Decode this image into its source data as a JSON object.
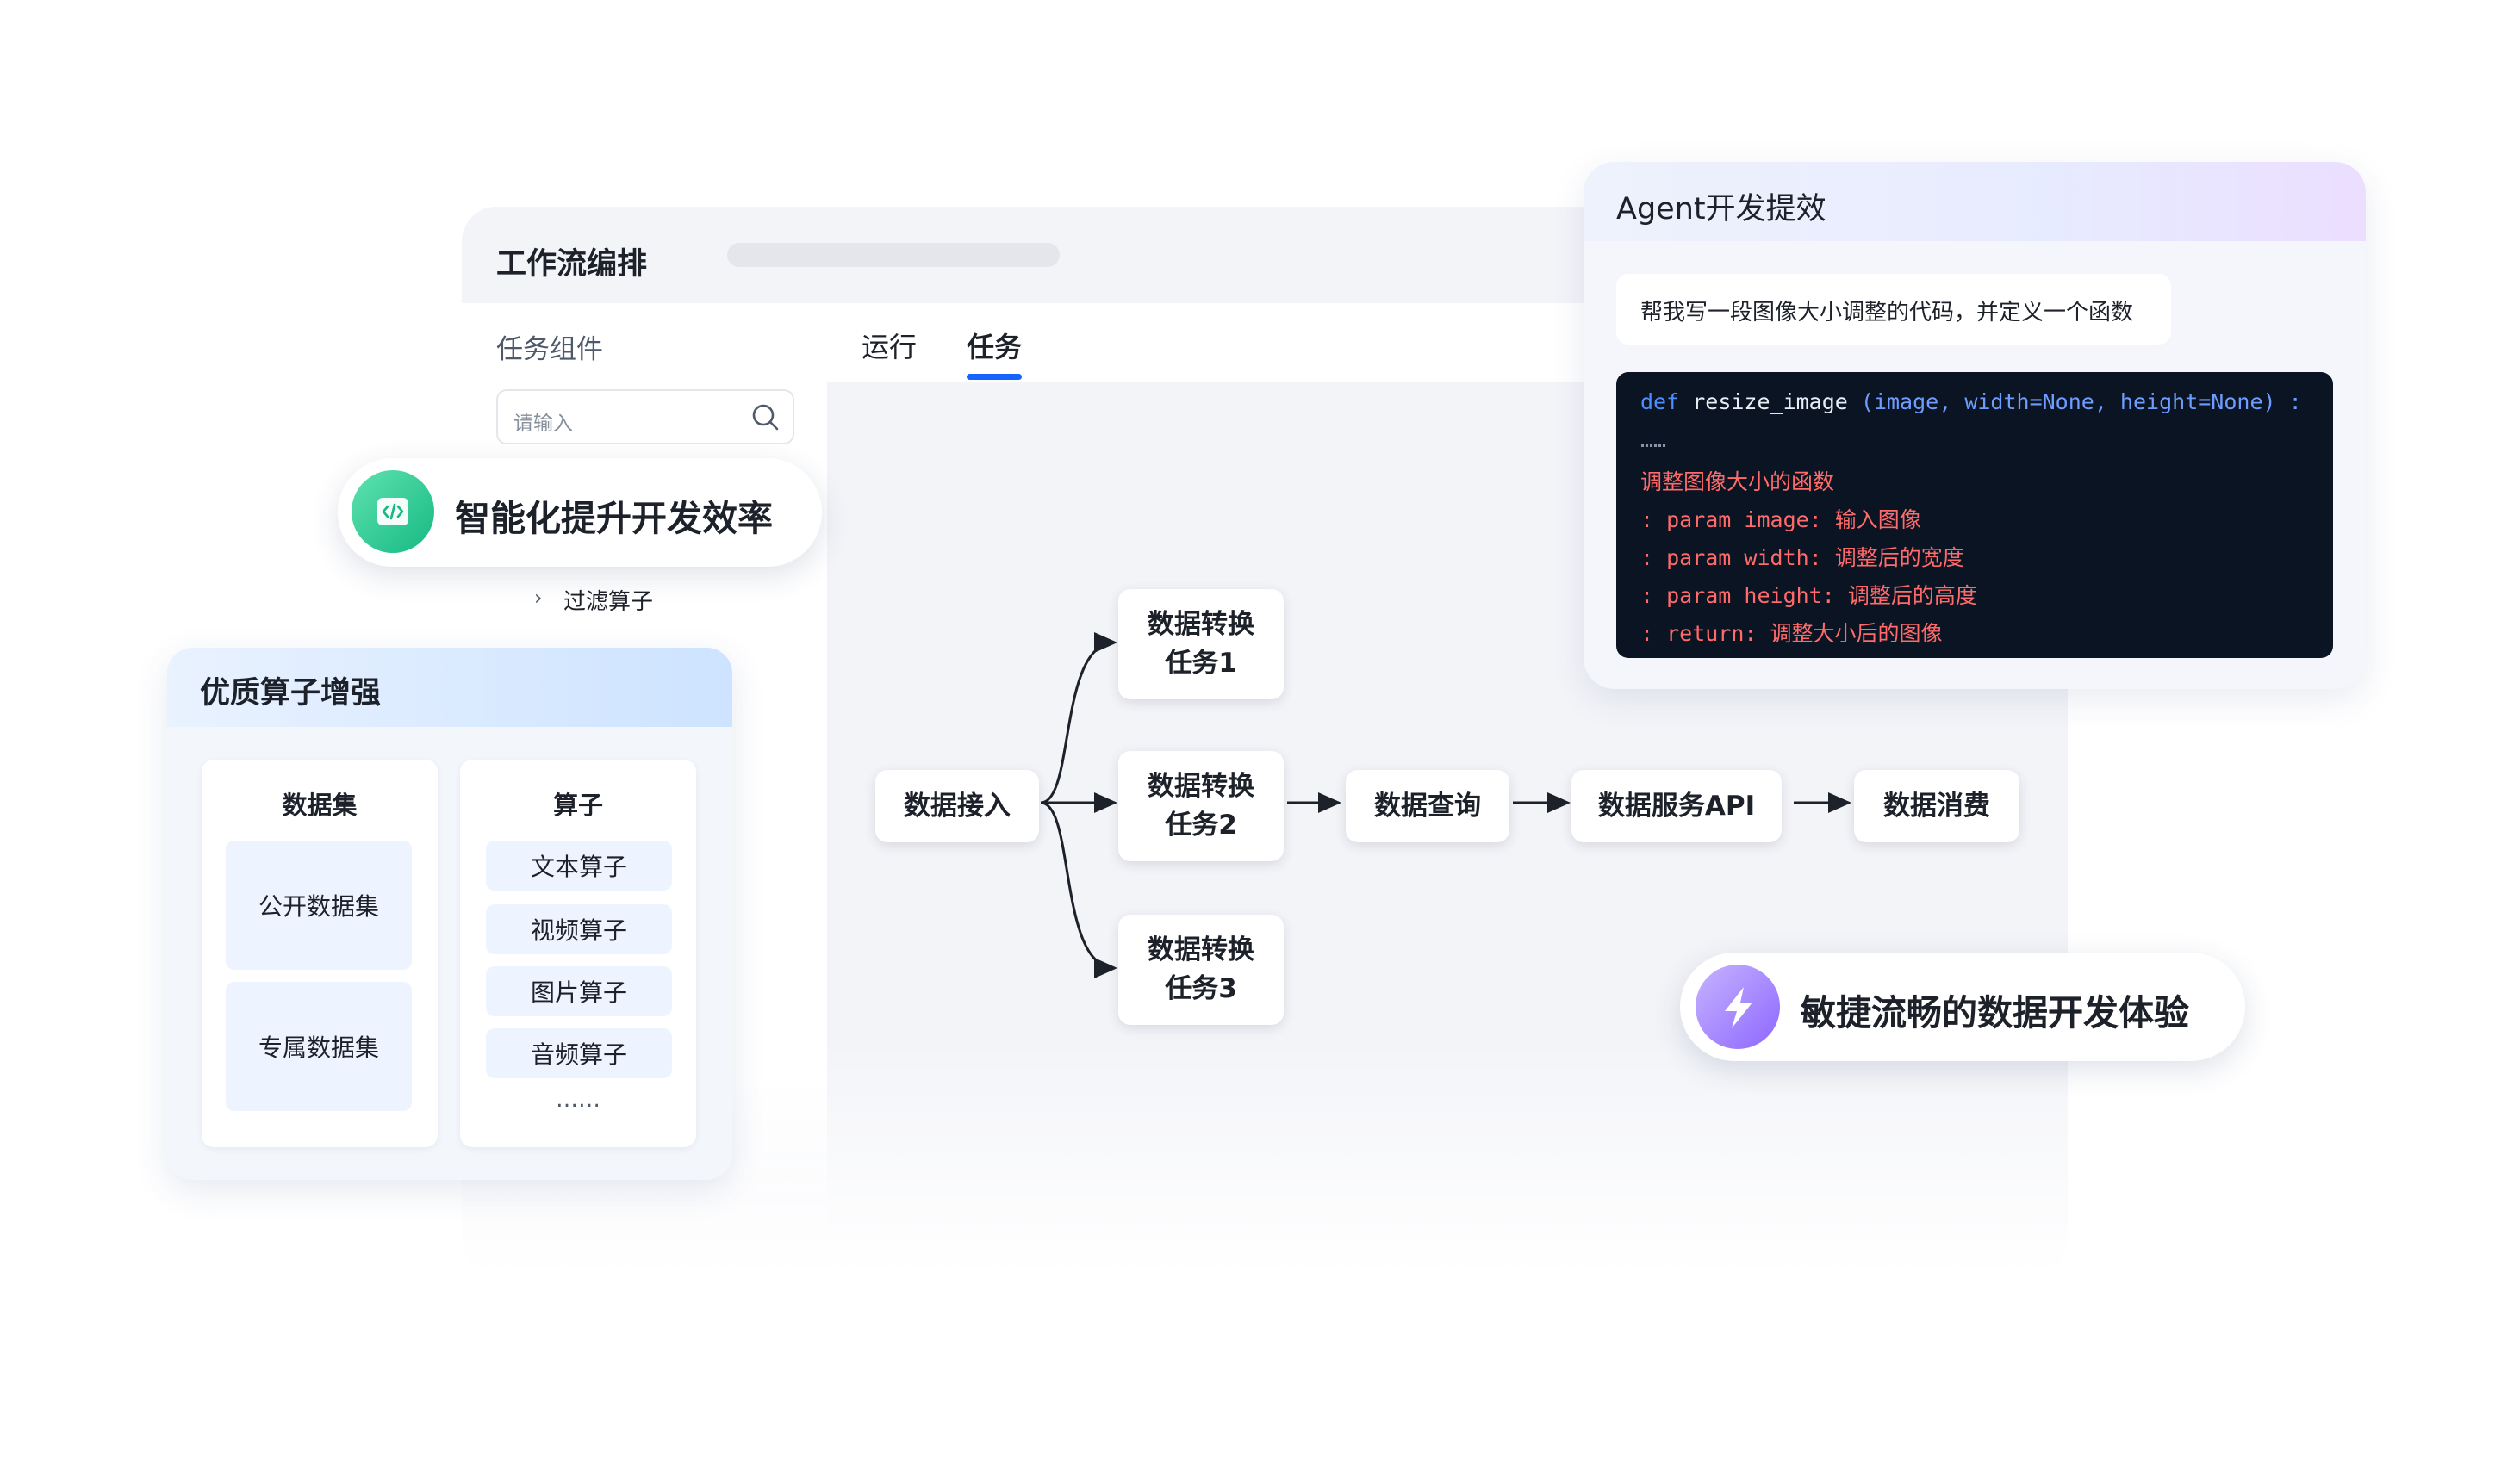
{
  "workflow": {
    "title": "工作流编排",
    "sidebar": {
      "title": "任务组件",
      "search_placeholder": "请输入",
      "items": [
        {
          "label": "过滤算子"
        }
      ]
    },
    "tabs": [
      {
        "label": "运行"
      },
      {
        "label": "任务",
        "active": true
      }
    ],
    "nodes": {
      "ingest": "数据接入",
      "t1_line1": "数据转换",
      "t1_line2": "任务1",
      "t2_line1": "数据转换",
      "t2_line2": "任务2",
      "t3_line1": "数据转换",
      "t3_line2": "任务3",
      "query": "数据查询",
      "api": "数据服务API",
      "consume": "数据消费"
    }
  },
  "agent": {
    "title": "Agent开发提效",
    "prompt": "帮我写一段图像大小调整的代码，并定义一个函数",
    "code": {
      "kw": "def",
      "fn": "resize_image",
      "params": "(image, width=None, height=None) :",
      "dots": "……",
      "doc": "调整图像大小的函数",
      "lines": [
        {
          "prefix": ": param image:",
          "desc": "输入图像"
        },
        {
          "prefix": ": param width:",
          "desc": "调整后的宽度"
        },
        {
          "prefix": ": param height:",
          "desc": "调整后的高度"
        },
        {
          "prefix": ": return:",
          "desc": "调整大小后的图像"
        }
      ]
    }
  },
  "pills": {
    "efficiency": "智能化提升开发效率",
    "experience": "敏捷流畅的数据开发体验"
  },
  "operators": {
    "title": "优质算子增强",
    "datasets": {
      "title": "数据集",
      "items": [
        "公开数据集",
        "专属数据集"
      ]
    },
    "ops": {
      "title": "算子",
      "items": [
        "文本算子",
        "视频算子",
        "图片算子",
        "音频算子"
      ],
      "more": "……"
    }
  },
  "colors": {
    "accent": "#1664ff",
    "code_bg": "#0b1422",
    "green_icon": "#16b983",
    "purple_icon": "#8e66ff"
  }
}
